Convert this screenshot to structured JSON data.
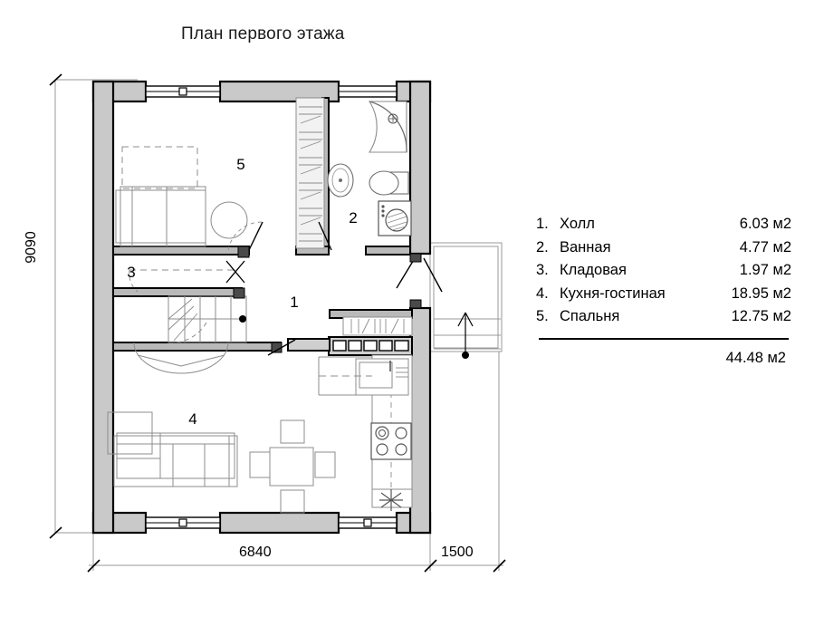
{
  "title": "План первого этажа",
  "dimensions": {
    "left_vertical": "9090",
    "bottom_main": "6840",
    "bottom_porch": "1500"
  },
  "room_numbers": {
    "hall": "1",
    "bathroom": "2",
    "pantry": "3",
    "kitchen_living": "4",
    "bedroom": "5"
  },
  "legend": {
    "rows": [
      {
        "num": "1.",
        "name": "Холл",
        "area": "6.03 м2"
      },
      {
        "num": "2.",
        "name": "Ванная",
        "area": "4.77 м2"
      },
      {
        "num": "3.",
        "name": "Кладовая",
        "area": "1.97 м2"
      },
      {
        "num": "4.",
        "name": "Кухня-гостиная",
        "area": "18.95 м2"
      },
      {
        "num": "5.",
        "name": "Спальня",
        "area": "12.75 м2"
      }
    ],
    "total": "44.48 м2"
  },
  "colors": {
    "wall_fill": "#c9c9c9",
    "wall_stroke": "#000000",
    "furniture_stroke": "#8c8c8c",
    "dim_line": "#9a9a9a",
    "paper": "#ffffff"
  }
}
